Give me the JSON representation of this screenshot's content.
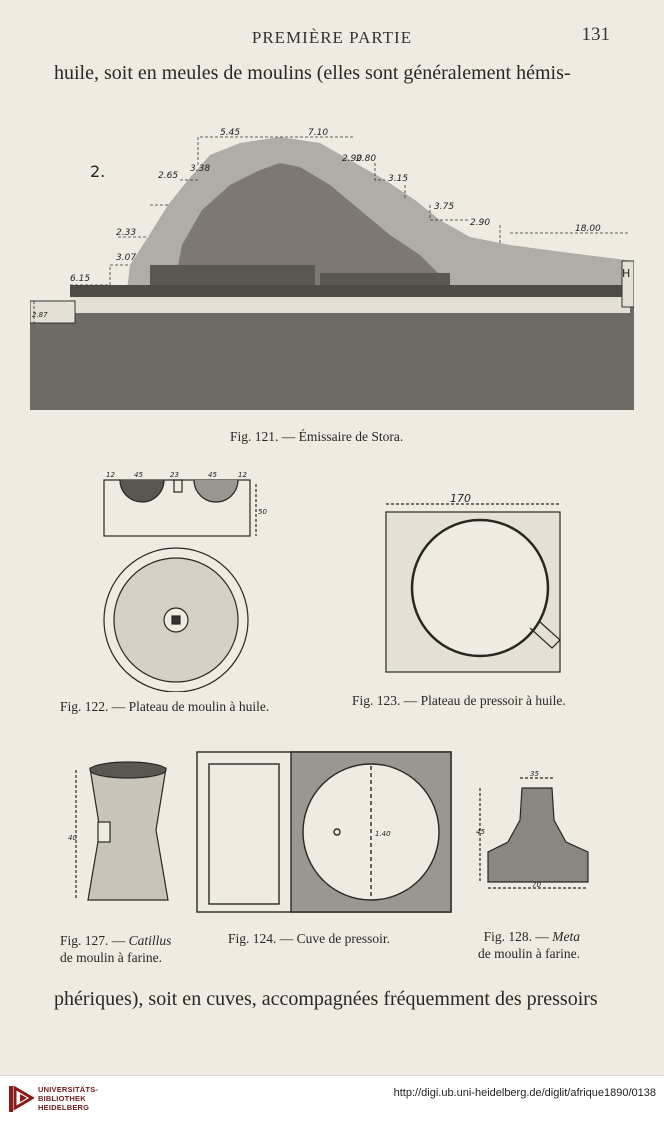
{
  "header": {
    "running_title": "PREMIÈRE PARTIE",
    "page_number": "131"
  },
  "text": {
    "first_line": "huile, soit en meules de moulins (elles sont généralement hémis-",
    "last_line": "phériques), soit en cuves, accompagnées fréquemment des pressoirs"
  },
  "figures": {
    "fig121": {
      "caption": "Fig. 121. — Émissaire de Stora.",
      "labels": {
        "panel_number": "2.",
        "end_letter": "H",
        "dims": [
          "5.45",
          "7.10",
          "3.38",
          "2.65",
          "2.90",
          "2.80",
          "3.15",
          "3.75",
          "2.90",
          "3.07",
          "2.33",
          "6.15",
          "2.87",
          "18.00"
        ]
      }
    },
    "fig122": {
      "caption": "Fig. 122. — Plateau de moulin à huile.",
      "labels": {
        "dims": [
          "12",
          "45",
          "23",
          "45",
          "12",
          "50"
        ]
      }
    },
    "fig123": {
      "caption": "Fig. 123. — Plateau de pressoir à huile.",
      "labels": {
        "dims": [
          "170"
        ]
      }
    },
    "fig124": {
      "caption": "Fig. 124. — Cuve de pressoir.",
      "labels": {
        "dims": [
          "1.40"
        ]
      }
    },
    "fig127": {
      "caption_prefix": "Fig. 127. — ",
      "caption_italic": "Catillus",
      "caption_line2": "de moulin à farine.",
      "labels": {
        "dims": [
          "40"
        ]
      }
    },
    "fig128": {
      "caption_prefix": "Fig. 128. — ",
      "caption_italic": "Meta",
      "caption_line2": "de moulin à farine.",
      "labels": {
        "dims": [
          "35",
          "45",
          "70"
        ]
      }
    }
  },
  "footer": {
    "org_lines": [
      "UNIVERSITÄTS-",
      "BIBLIOTHEK",
      "HEIDELBERG"
    ],
    "url": "http://digi.ub.uni-heidelberg.de/diglit/afrique1890/0138",
    "colors": {
      "logo": "#8b1a1a",
      "text": "#222222"
    }
  }
}
